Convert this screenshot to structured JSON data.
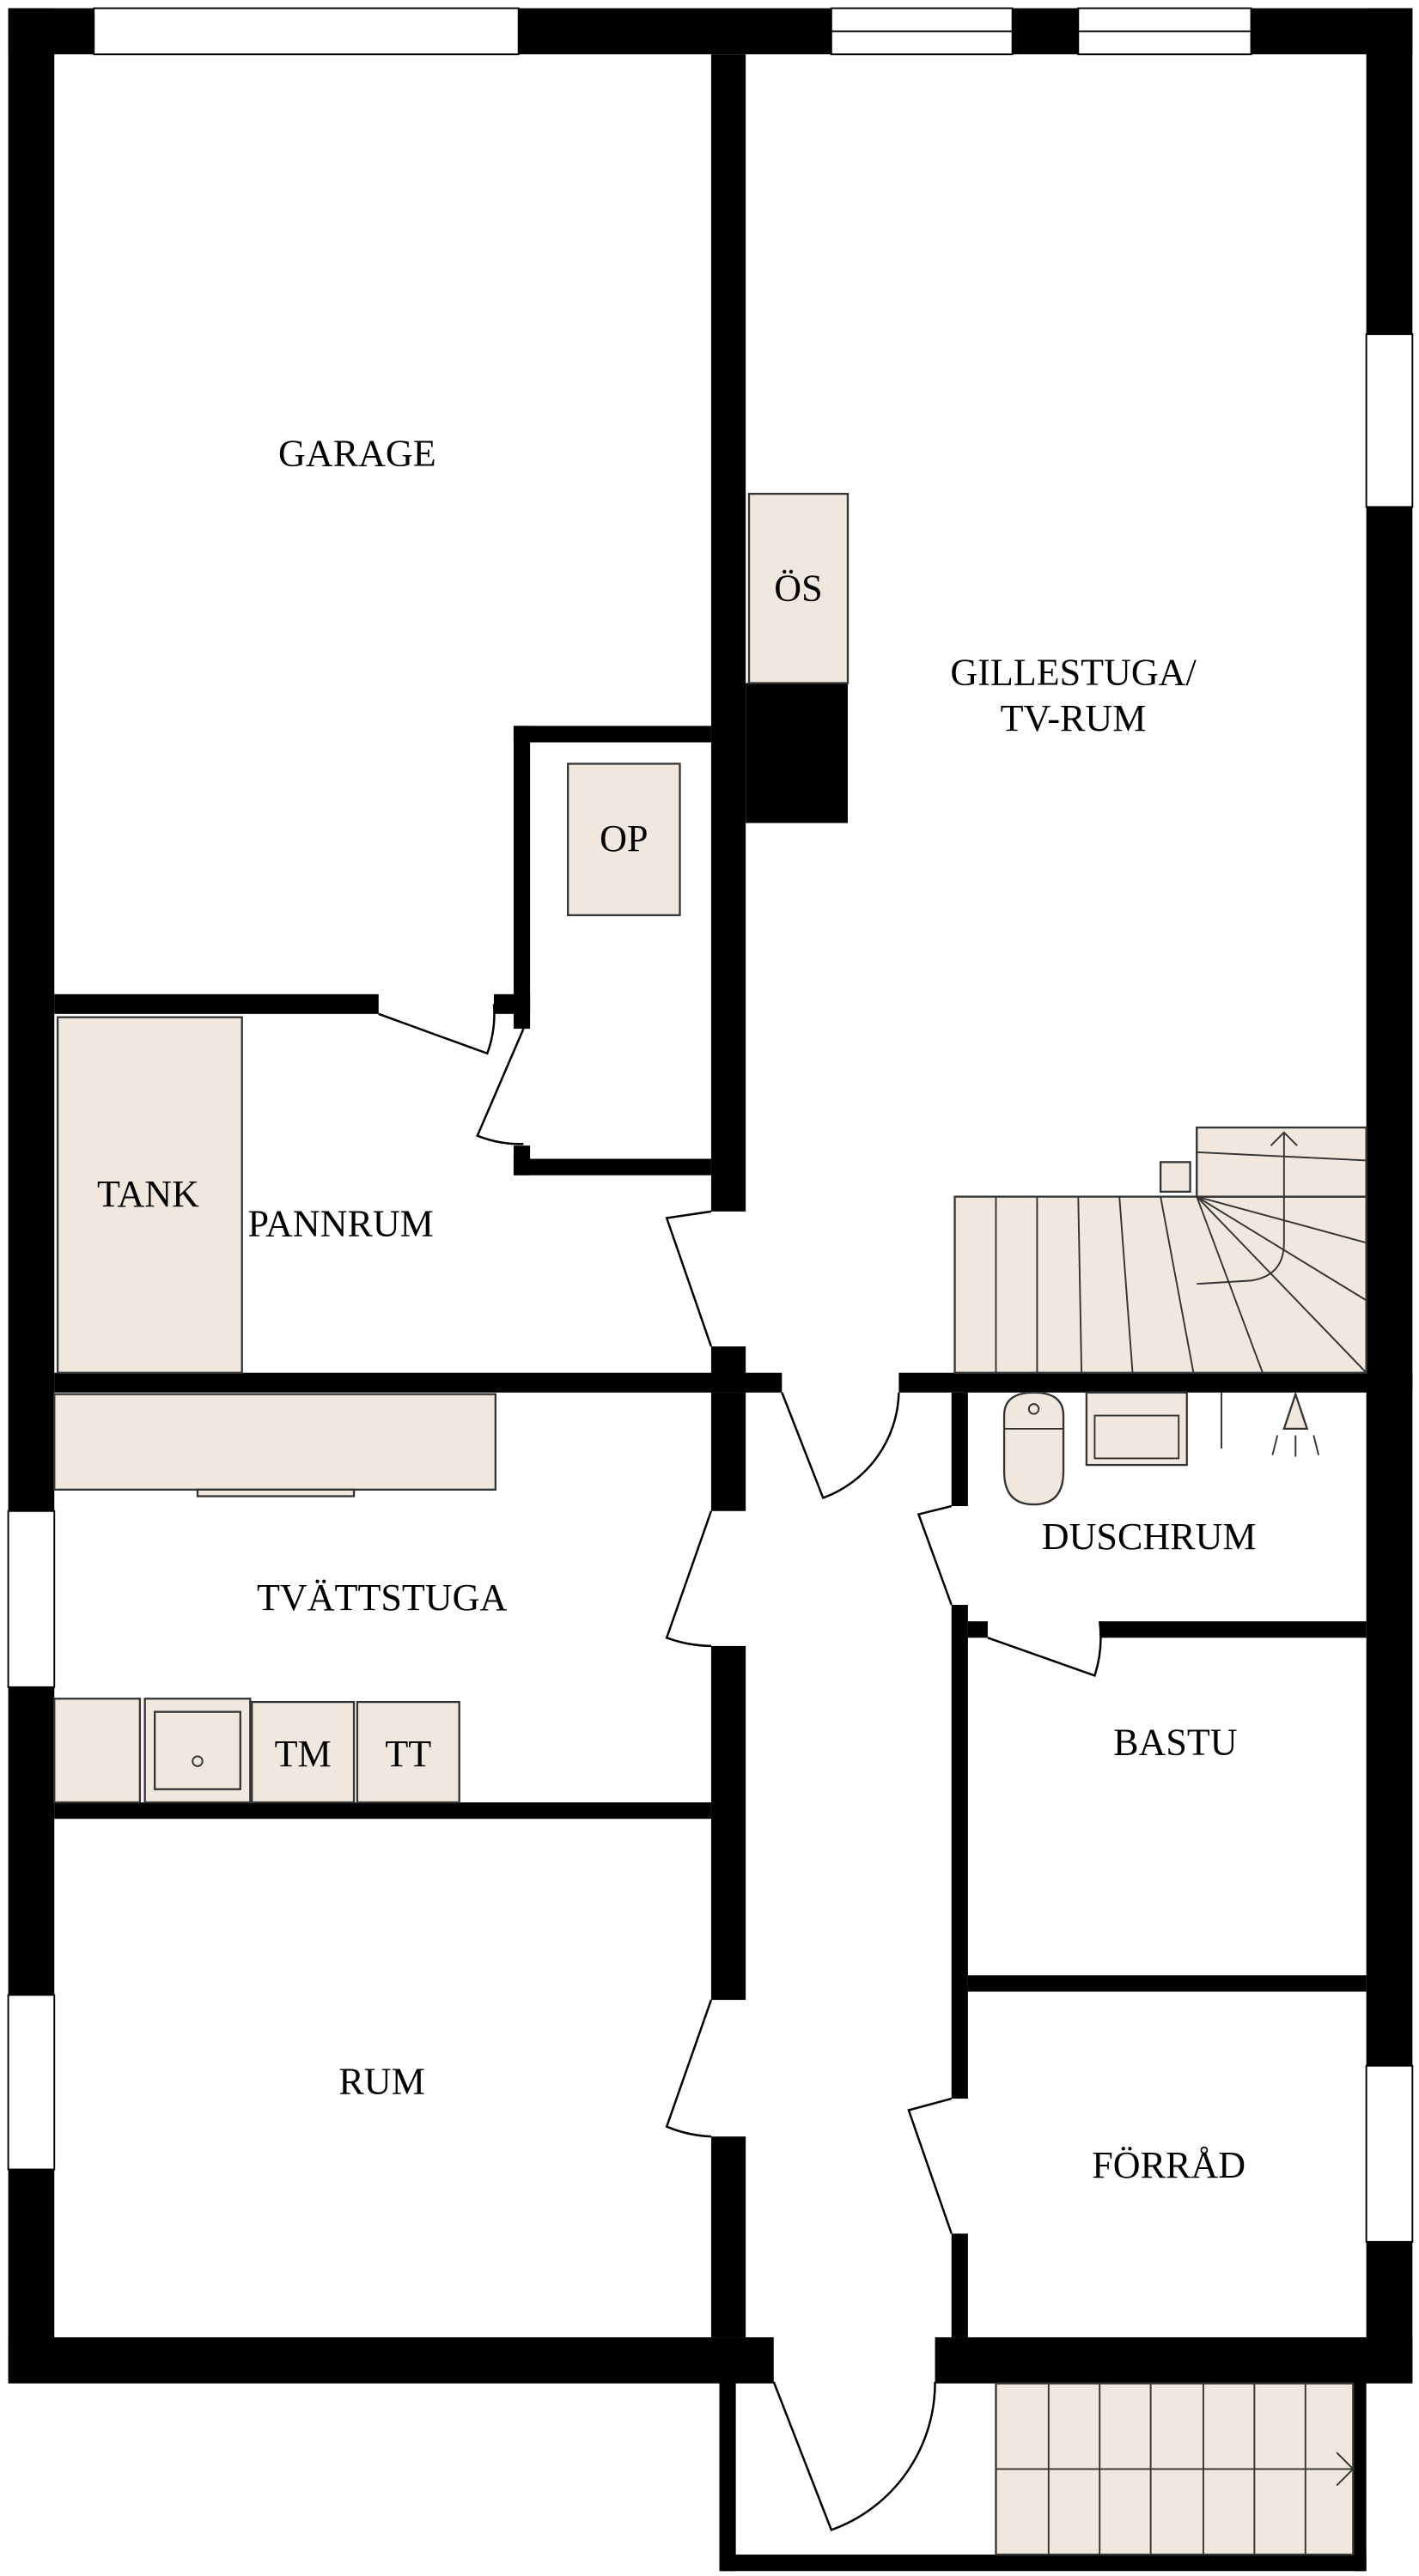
{
  "rooms": {
    "garage": "GARAGE",
    "gillestuga_line1": "GILLESTUGA/",
    "gillestuga_line2": "TV-RUM",
    "os": "ÖS",
    "op": "OP",
    "tank": "TANK",
    "pannrum": "PANNRUM",
    "tvattstuga": "TVÄTTSTUGA",
    "tm": "TM",
    "tt": "TT",
    "duschrum": "DUSCHRUM",
    "bastu": "BASTU",
    "rum": "RUM",
    "forrad": "FÖRRÅD"
  },
  "colors": {
    "wall": "#000000",
    "fixture": "#f0e8df"
  }
}
